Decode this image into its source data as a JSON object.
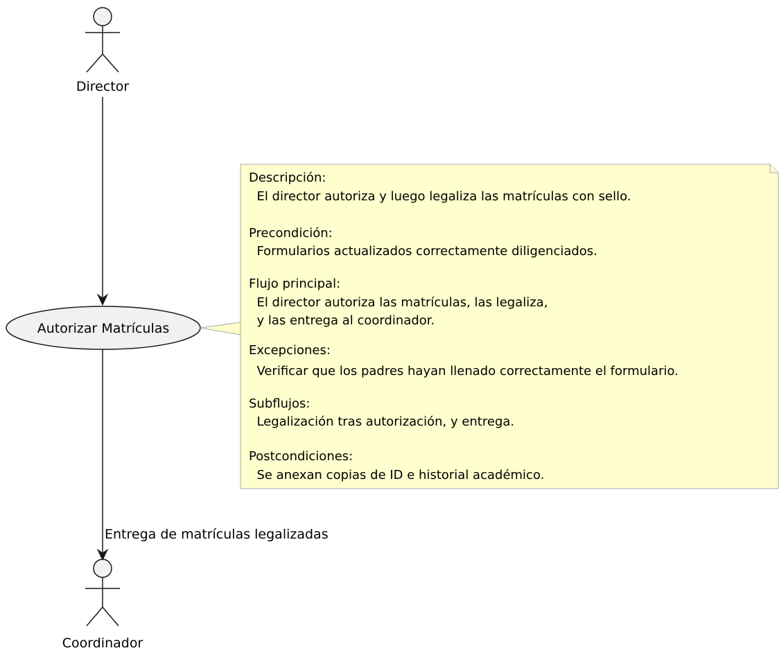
{
  "colors": {
    "actor_fill": "#f1f1f1",
    "usecase_fill": "#f1f1f1",
    "note_fill": "#fefece",
    "note_border": "#a8a8a8",
    "stroke": "#181818"
  },
  "actors": {
    "director": {
      "label": "Director"
    },
    "coordinator": {
      "label": "Coordinador"
    }
  },
  "usecase": {
    "label": "Autorizar Matrículas"
  },
  "edges": {
    "to_coordinator_label": "Entrega de matrículas legalizadas"
  },
  "note": {
    "lines": [
      "Descripción:",
      "  El director autoriza y luego legaliza las matrículas con sello.",
      "",
      "Precondición:",
      "  Formularios actualizados correctamente diligenciados.",
      "",
      "Flujo principal:",
      "  El director autoriza las matrículas, las legaliza,",
      "  y las entrega al coordinador.",
      "",
      "Excepciones:",
      "  Verificar que los padres hayan llenado correctamente el formulario.",
      "",
      "Subflujos:",
      "  Legalización tras autorización, y entrega.",
      "",
      "Postcondiciones:",
      "  Se anexan copias de ID e historial académico."
    ]
  }
}
